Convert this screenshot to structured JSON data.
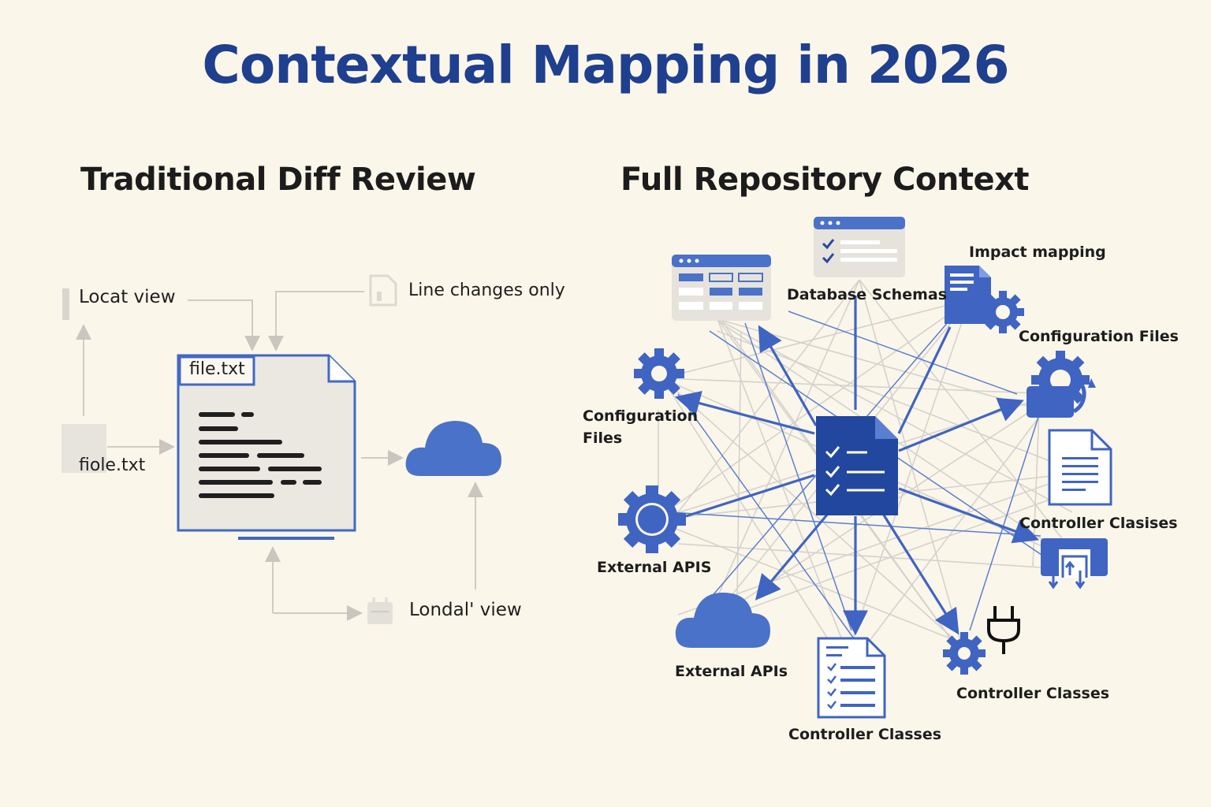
{
  "title": "Contextual Mapping in 2026",
  "left": {
    "heading": "Traditional Diff Review",
    "labels": {
      "local_view": "Locat view",
      "line_changes": "Line changes only",
      "fiole": "fiole.txt",
      "londal_view": "Londal' view",
      "file_tab": "file.txt"
    }
  },
  "right": {
    "heading": "Full Repository Context",
    "labels": {
      "impact_mapping": "Impact mapping",
      "database_schemas": "Database Schemas",
      "config_files_right": "Configuration Files",
      "config_files_left": "Configuration Files",
      "external_apis_gear": "External APIS",
      "external_apis_cloud": "External APIs",
      "controller_top": "Controller Clasises",
      "controller_bottom_right": "Controller Classes",
      "controller_bottom": "Controller Classes"
    }
  },
  "colors": {
    "title": "#1f3f8f",
    "accent": "#4169c4",
    "dark_accent": "#2748a0",
    "background": "#fbf6ea",
    "faint_gray": "#d9d6cf"
  },
  "icons": [
    "file-icon",
    "document-icon",
    "cloud-icon",
    "gear-icon",
    "window-icon",
    "clipboard-icon",
    "plug-icon",
    "sync-icon"
  ]
}
